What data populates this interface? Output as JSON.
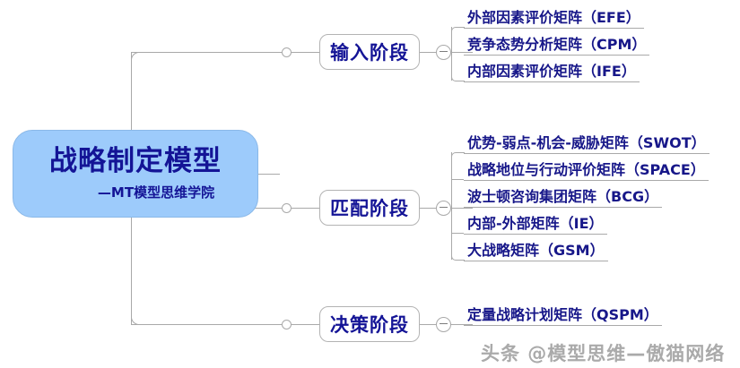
{
  "central": {
    "title": "战略制定模型",
    "subtitle": "—MT模型思维学院",
    "fill_color": "#9DCBFB",
    "text_color": "#141496"
  },
  "branches": [
    {
      "stage_label": "输入阶段",
      "toggle": "minus-collapse-toggle",
      "leaves": [
        "外部因素评价矩阵（EFE）",
        "竞争态势分析矩阵（CPM）",
        "内部因素评价矩阵（IFE）"
      ]
    },
    {
      "stage_label": "匹配阶段",
      "toggle": "minus-collapse-toggle",
      "leaves": [
        "优势-弱点-机会-威胁矩阵（SWOT）",
        "战略地位与行动评价矩阵（SPACE）",
        "波士顿咨询集团矩阵（BCG）",
        "内部-外部矩阵（IE）",
        "大战略矩阵（GSM）"
      ]
    },
    {
      "stage_label": "决策阶段",
      "toggle": "minus-collapse-toggle",
      "leaves": [
        "定量战略计划矩阵（QSPM）"
      ]
    }
  ],
  "watermark": "头条 @模型思维—傲猫网络",
  "colors": {
    "node_text": "#141496",
    "leaf_text": "#171789",
    "connector": "#A9A9A9",
    "central_fill": "#9DCBFB",
    "watermark": "#8E8E8E"
  }
}
